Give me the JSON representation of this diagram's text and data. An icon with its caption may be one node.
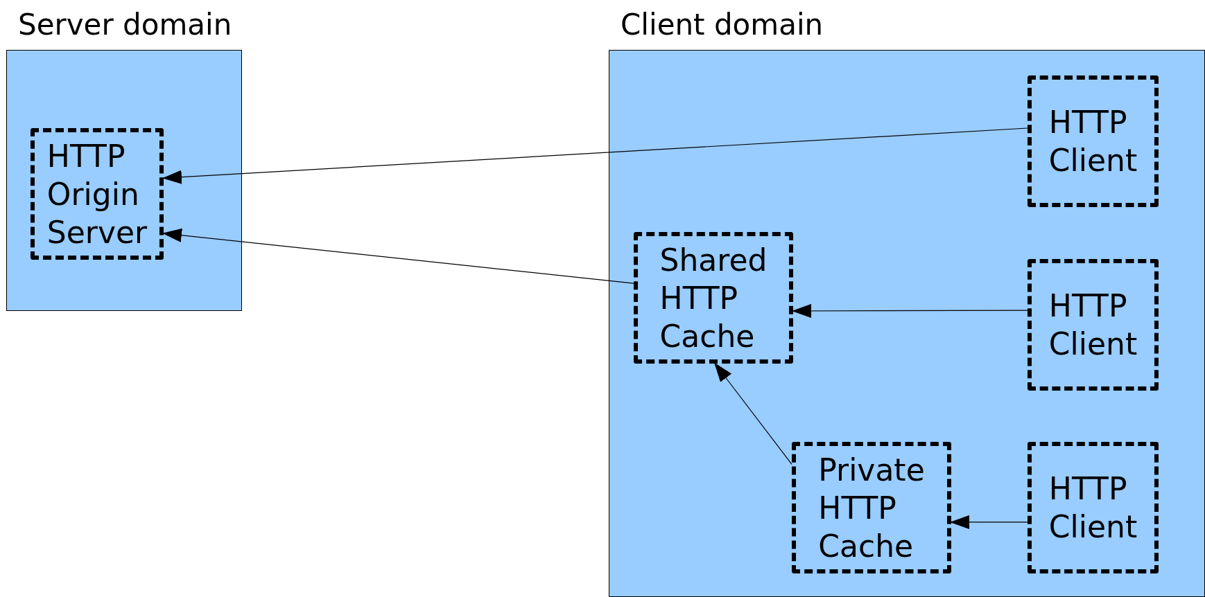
{
  "diagram": {
    "nodes": [
      {
        "text": [
          "Server domain"
        ]
      },
      {
        "text": [
          "HTTP Origin Server"
        ],
        "in": 0
      },
      {
        "text": [
          "Client domain"
        ]
      },
      {
        "text": [
          "HTTP Client"
        ],
        "in": 2
      },
      {
        "text": [
          "Shared HTTP Cache"
        ],
        "in": 2
      },
      {
        "text": [
          "HTTP Client"
        ],
        "in": 2
      },
      {
        "text": [
          "Private HTTP Cache"
        ],
        "in": 2
      },
      {
        "text": [
          "HTTP Client"
        ],
        "in": 2
      }
    ],
    "edges": [
      {
        "from": 3,
        "to": 1,
        "arrow": "to"
      },
      {
        "from": 4,
        "to": 1,
        "arrow": "to"
      },
      {
        "from": 5,
        "to": 4,
        "arrow": "to"
      },
      {
        "from": 6,
        "to": 4,
        "arrow": "to"
      },
      {
        "from": 7,
        "to": 6,
        "arrow": "to"
      }
    ]
  }
}
